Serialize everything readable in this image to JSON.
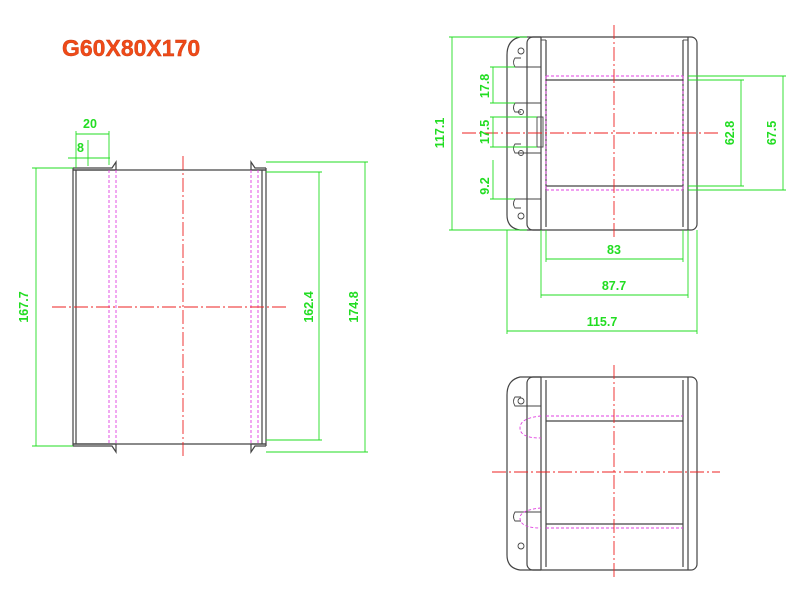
{
  "title": "G60X80X170",
  "colors": {
    "title": "#f04a18",
    "outline": "#444444",
    "dimension": "#22dd22",
    "centerline": "#ee2222",
    "hidden": "#e040e0"
  },
  "left_view": {
    "dims": {
      "top_width": "20",
      "flange": "8",
      "height_left": "167.7",
      "height_inner": "162.4",
      "height_total": "174.8"
    }
  },
  "top_right_view": {
    "dims": {
      "height_total": "117.1",
      "slot_a": "17.8",
      "slot_b": "17.5",
      "slot_c": "9.2",
      "window_height": "62.8",
      "outer_height": "67.5",
      "window_width": "83",
      "inner_width": "87.7",
      "total_width": "115.7"
    }
  }
}
